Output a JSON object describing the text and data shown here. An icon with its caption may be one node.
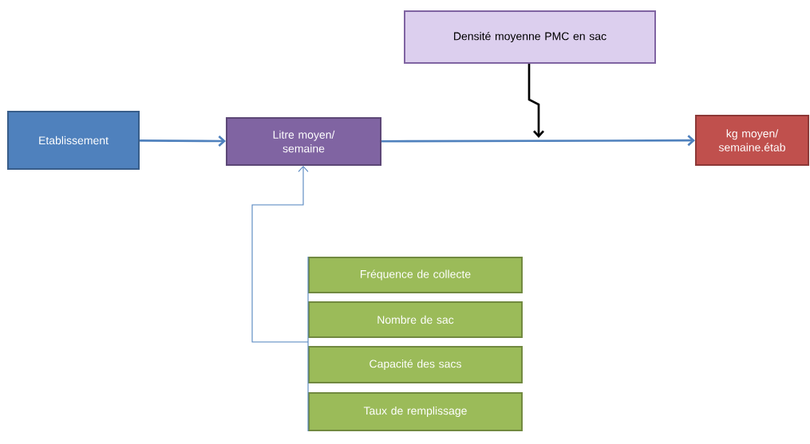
{
  "diagram": {
    "nodes": [
      {
        "text": [
          "Etablissement"
        ]
      },
      {
        "text": [
          "Litre moyen/ semaine"
        ]
      },
      {
        "text": [
          "Densité moyenne PMC en sac"
        ]
      },
      {
        "text": [
          "kg moyen/ semaine.étab"
        ]
      },
      {
        "text": [
          "Fréquence de collecte"
        ]
      },
      {
        "text": [
          "Nombre de sac"
        ]
      },
      {
        "text": [
          "Capacité des  sacs"
        ]
      },
      {
        "text": [
          "Taux de remplissage"
        ]
      }
    ],
    "edges": [
      {
        "from": 0,
        "to": 1,
        "arrow": "to",
        "style": "thick"
      },
      {
        "from": 1,
        "to": 3,
        "arrow": "to",
        "style": "thick"
      },
      {
        "from": 2,
        "to": null,
        "arrow": "to",
        "style": "thick",
        "color": "#000000"
      },
      {
        "from": 4,
        "to": 1,
        "arrow": "to"
      },
      {
        "from": 5,
        "to": 1,
        "arrow": "to"
      },
      {
        "from": 6,
        "to": 1,
        "arrow": "to"
      },
      {
        "from": 7,
        "to": 1,
        "arrow": "to"
      }
    ]
  }
}
